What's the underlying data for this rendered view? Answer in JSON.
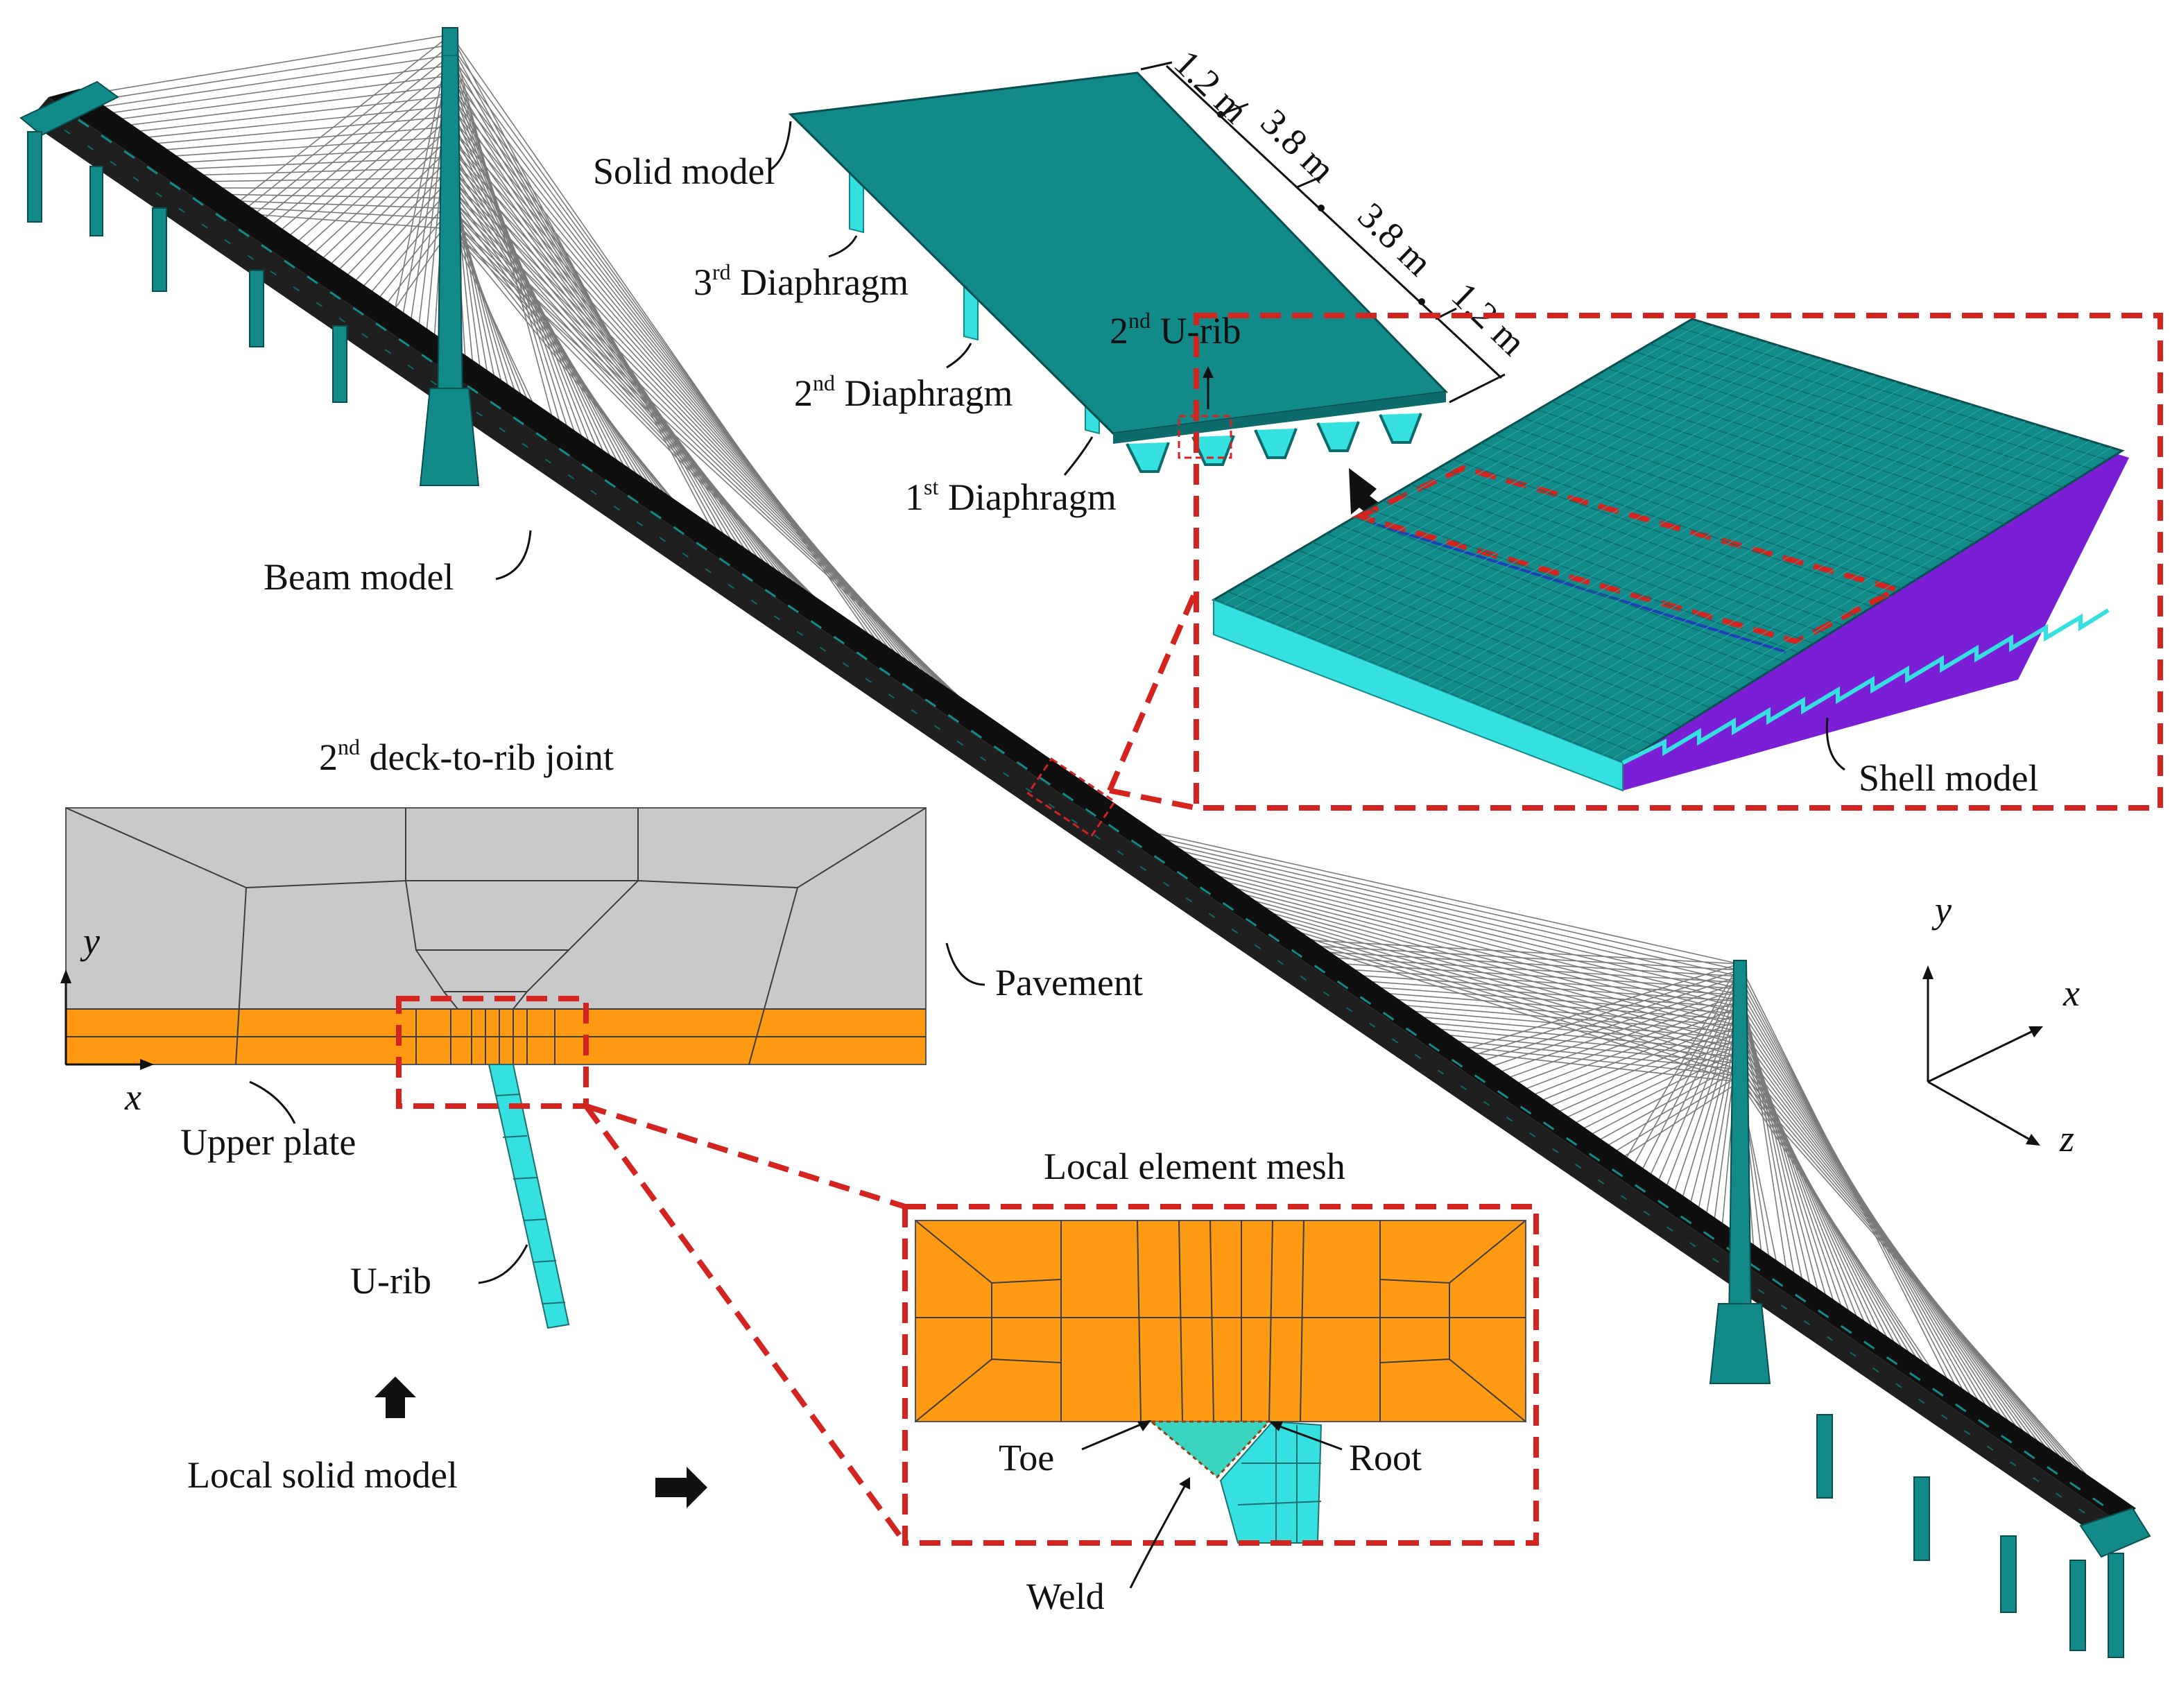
{
  "colors": {
    "teal": "#138a8a",
    "teal_dark": "#0d6b6b",
    "cyan": "#35e0e0",
    "orange": "#ff9a12",
    "gray_pavement": "#c9c9c9",
    "purple": "#7b1fd6",
    "red_dash": "#d4241f",
    "deck_black": "#111111"
  },
  "labels": {
    "solid_model": "Solid model",
    "dim_a": "1.2 m",
    "dim_b": "3.8 m",
    "dim_c": "3.8 m",
    "dim_d": "1.2 m",
    "diaphragm_3": {
      "num": "3",
      "sup": "rd",
      "text": " Diaphragm"
    },
    "diaphragm_2": {
      "num": "2",
      "sup": "nd",
      "text": " Diaphragm"
    },
    "diaphragm_1": {
      "num": "1",
      "sup": "st",
      "text": " Diaphragm"
    },
    "urib_2": {
      "num": "2",
      "sup": "nd",
      "text": " U-rib"
    },
    "beam_model": "Beam model",
    "shell_model": "Shell model",
    "joint_title": {
      "num": "2",
      "sup": "nd",
      "text": " deck-to-rib joint"
    },
    "pavement": "Pavement",
    "upper_plate": "Upper plate",
    "urib": "U-rib",
    "local_solid_model": "Local solid model",
    "local_element_mesh": "Local element mesh",
    "toe": "Toe",
    "root": "Root",
    "weld": "Weld",
    "axis_y_left": "y",
    "axis_x_left": "x",
    "axis_y": "y",
    "axis_x": "x",
    "axis_z": "z"
  }
}
